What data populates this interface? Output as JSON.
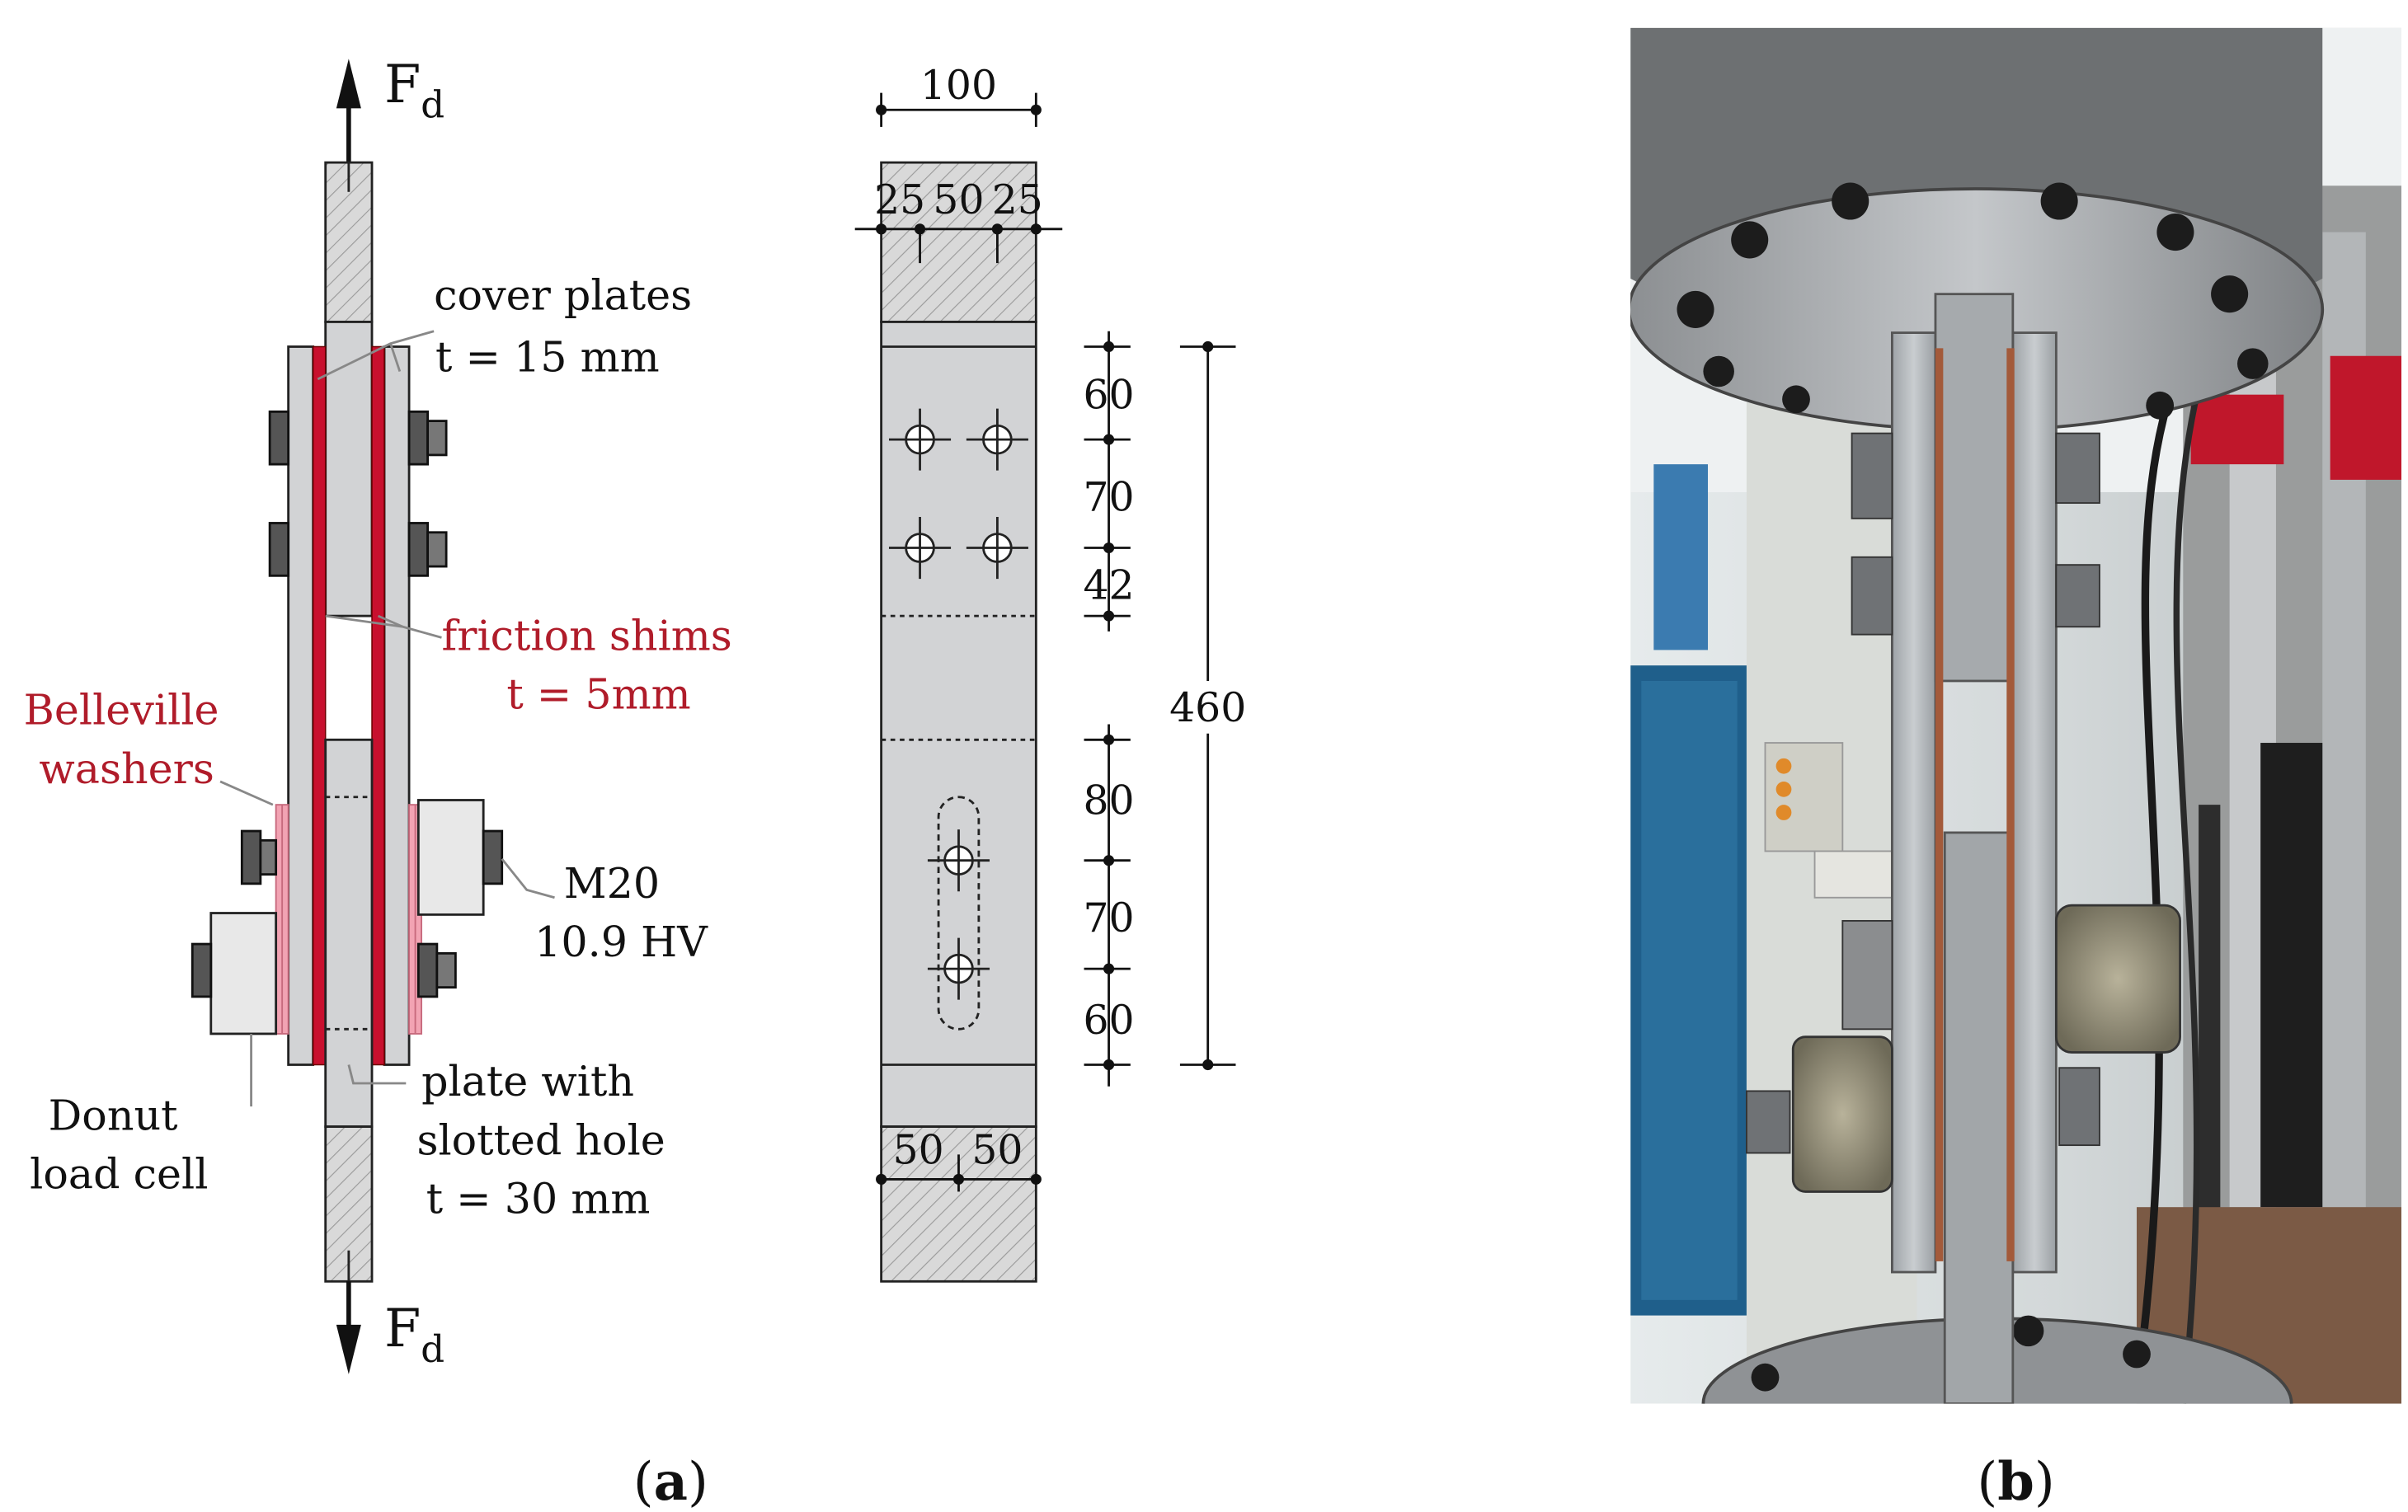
{
  "colors": {
    "steel": "#d2d3d5",
    "shim_red": "#c8102e",
    "washer_pink": "#f2a3b3",
    "load_cell": "#e8e8e8",
    "label_red": "#b01c2a",
    "ink": "#111111"
  },
  "panel_a": {
    "force_symbol": "F",
    "force_subscript": "d",
    "labels": {
      "cover_plates_line1": "cover plates",
      "cover_plates_line2": "t = 15 mm",
      "friction_shims_line1": "friction shims",
      "friction_shims_line2": "t = 5mm",
      "belleville_line1": "Belleville",
      "belleville_line2": "washers",
      "bolt_line1": "M20",
      "bolt_line2": "10.9 HV",
      "load_cell_line1": "Donut",
      "load_cell_line2": "load cell",
      "plate_line1": "plate with",
      "plate_line2": "slotted hole",
      "plate_line3": "t = 30 mm"
    },
    "dimensions": {
      "width_total": "100",
      "top_edge_left": "25",
      "top_gauge": "50",
      "top_edge_right": "25",
      "bottom_left": "50",
      "bottom_right": "50",
      "pitch_1": "60",
      "pitch_2": "70",
      "pitch_3": "42",
      "pitch_4": "80",
      "pitch_5": "70",
      "pitch_6": "60",
      "overall": "460"
    },
    "caption_open": "(",
    "caption_letter": "a",
    "caption_close": ")"
  },
  "panel_b": {
    "photo_description": "test-setup-photo",
    "caption_open": "(",
    "caption_letter": "b",
    "caption_close": ")"
  }
}
